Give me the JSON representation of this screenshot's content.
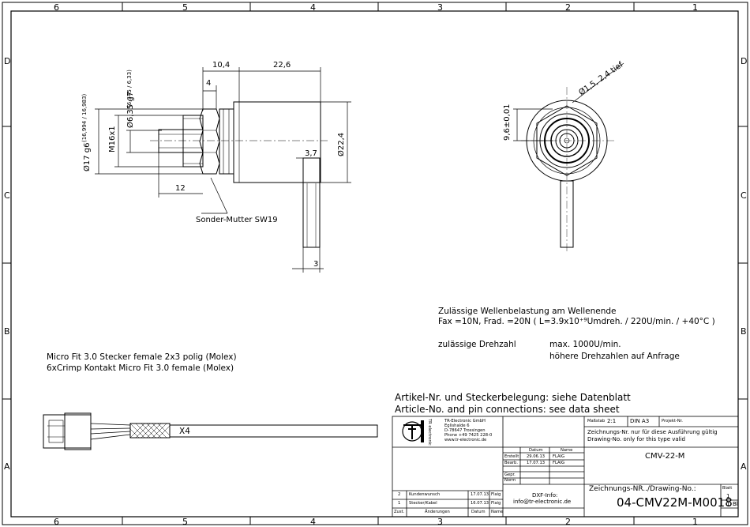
{
  "frame": {
    "columns": [
      "6",
      "5",
      "4",
      "3",
      "2",
      "1"
    ],
    "rows": [
      "D",
      "C",
      "B",
      "A"
    ]
  },
  "dimensions": {
    "d_10_4": "10,4",
    "d_22_6": "22,6",
    "d_4": "4",
    "d_6_35": "Ø6,35 g7",
    "d_6_35_tol": "(6,345 / 6,33)",
    "d_17": "Ø17 g6",
    "d_17_tol": "(16,994 / 16,983)",
    "m16": "M16x1",
    "d_12": "12",
    "d_22_4": "Ø22,4",
    "d_3_7": "3,7",
    "d_3": "3",
    "d_1_5": "Ø1,5, 2,4 tief",
    "d_9_6": "9,6±0,01",
    "nut_label": "Sonder-Mutter SW19"
  },
  "notes": {
    "load_title": "Zulässige Wellenbelastung am Wellenende",
    "load_values": "Fax =10N, Frad. =20N ( L=3.9x10⁺⁹Umdreh. / 220U/min. / +40°C )",
    "speed_label": "zulässige Drehzahl",
    "speed_value": "max. 1000U/min.",
    "speed_note": "höhere Drehzahlen auf Anfrage",
    "connector_line1": "Micro Fit 3.0 Stecker female 2x3 polig (Molex)",
    "connector_line2": "6xCrimp Kontakt Micro Fit 3.0 female (Molex)",
    "cable_label": "X4",
    "article_de": "Artikel-Nr. und Steckerbelegung: siehe Datenblatt",
    "article_en": "Article-No. and pin connections: see data sheet"
  },
  "title_block": {
    "company": [
      "TR-Electronic GmbH",
      "Eglishalde 6",
      "D-78647 Trossingen",
      "Phone +49 7425 228-0",
      "www.tr-electronic.de"
    ],
    "logo_text": "TR electronic",
    "scale_label": "Maßstab",
    "scale_value": "2:1",
    "format": "DIN A3",
    "project_label": "Projekt-Nr.",
    "drawing_note_de": "Zeichnungs-Nr. nur für diese Ausführung gültig",
    "drawing_note_en": "Drawing-No. only for this type valid",
    "col_datum": "Datum",
    "col_name": "Name",
    "erstellt_label": "Erstellt",
    "erstellt_date": "29.06.13",
    "erstellt_name": "FLAIG",
    "bearb_label": "Bearb.",
    "bearb_date": "17.07.13",
    "bearb_name": "FLAIG",
    "gepr_label": "Gepr.",
    "norm_label": "Norm",
    "type_name": "CMV-22-M",
    "rev2_no": "2",
    "rev2_text": "Kundenwunsch",
    "rev2_date": "17.07.13",
    "rev2_name": "Flaig",
    "rev1_no": "1",
    "rev1_text": "Stecker/Kabel",
    "rev1_date": "16.07.13",
    "rev1_name": "Flaig",
    "zust_label": "Zust.",
    "aend_label": "Änderungen",
    "datum_label": "Datum",
    "name_label": "Name",
    "dxf_info": "DXF-Info:",
    "email": "info@tr-electronic.de",
    "drawing_no_label": "Zeichnungs-NR../Drawing-No.:",
    "drawing_no": "04-CMV22M-M0018",
    "sheet_label": "Blatt",
    "sheet_no": "1",
    "sheet_total": "1",
    "sheet_total_suffix": "Bl"
  }
}
